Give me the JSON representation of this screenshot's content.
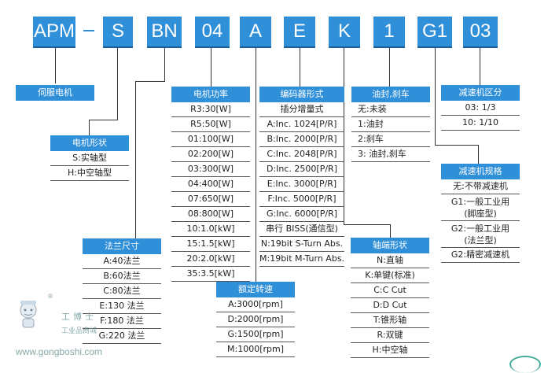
{
  "codes": [
    "APM",
    "S",
    "BN",
    "04",
    "A",
    "E",
    "K",
    "1",
    "G1",
    "03"
  ],
  "servo": {
    "title": "伺服电机"
  },
  "motor_shape": {
    "title": "电机形状",
    "rows": [
      "S:实轴型",
      "H:中空轴型"
    ]
  },
  "flange": {
    "title": "法兰尺寸",
    "rows": [
      "A:40法兰",
      "B:60法兰",
      "C:80法兰",
      "E:130 法兰",
      "F:180 法兰",
      "G:220 法兰"
    ]
  },
  "power": {
    "title": "电机功率",
    "rows": [
      "R3:30[W]",
      "R5:50[W]",
      "01:100[W]",
      "02:200[W]",
      "03:300[W]",
      "04:400[W]",
      "07:650[W]",
      "08:800[W]",
      "10:1.0[kW]",
      "15:1.5[kW]",
      "20:2.0[kW]",
      "35:3.5[kW]"
    ]
  },
  "speed": {
    "title": "额定转速",
    "rows": [
      "A:3000[rpm]",
      "D:2000[rpm]",
      "G:1500[rpm]",
      "M:1000[rpm]"
    ]
  },
  "encoder": {
    "title": "编码器形式",
    "rows": [
      "插分增量式",
      "A:Inc. 1024[P/R]",
      "B:Inc. 2000[P/R]",
      "C:Inc. 2048[P/R]",
      "D:Inc. 2500[P/R]",
      "E:Inc. 3000[P/R]",
      "F:Inc. 5000[P/R]",
      "G:Inc. 6000[P/R]",
      "串行 BISS(通信型)",
      "N:19bit S-Turn Abs.",
      "M:19bit M-Turn Abs."
    ]
  },
  "shaft_end": {
    "title": "轴端形状",
    "rows": [
      "N:直轴",
      "K:单键(标准)",
      "C:C Cut",
      "D:D Cut",
      "T:锥形轴",
      "R:双键",
      "H:中空轴"
    ]
  },
  "seal_brake": {
    "title": "油封,刹车",
    "rows": [
      "无:未装",
      "1:油封",
      "2:刹车",
      "3: 油封,刹车"
    ]
  },
  "reducer_class": {
    "title": "减速机区分",
    "rows": [
      "03: 1/3",
      "10: 1/10"
    ]
  },
  "reducer_spec": {
    "title": "减速机规格",
    "rows": [
      "无:不带减速机",
      "G1:一般工业用\n(脚座型)",
      "G2:一般工业用\n(法兰型)",
      "G2:精密减速机"
    ]
  },
  "watermark": {
    "brand": "工博士",
    "sub": "工业品商城",
    "url": "www.gongboshi.com",
    "reg": "®"
  }
}
